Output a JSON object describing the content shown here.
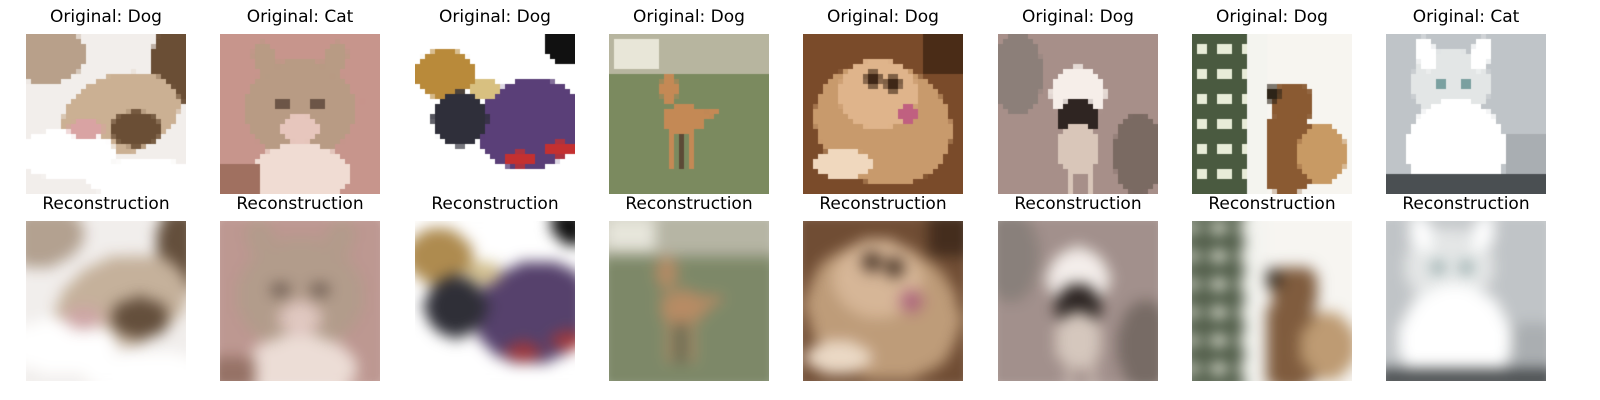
{
  "figure": {
    "original_titles": [
      "Original: Dog",
      "Original: Cat",
      "Original: Dog",
      "Original: Dog",
      "Original: Dog",
      "Original: Dog",
      "Original: Dog",
      "Original: Cat"
    ],
    "reconstruction_title": "Reconstruction",
    "columns": [
      {
        "label": "Dog",
        "scene": "puppy",
        "bg": "#b8a08a",
        "main": "#cbb093",
        "accent": "#f2eeeb",
        "dark": "#6a4e35",
        "light": "#ffffff"
      },
      {
        "label": "Cat",
        "scene": "cat-face",
        "bg": "#c7958c",
        "main": "#b89b84",
        "accent": "#e7c6bd",
        "dark": "#6c5547",
        "light": "#f0dcd3"
      },
      {
        "label": "Dog",
        "scene": "dog-in-coat",
        "bg": "#f0f0f0",
        "main": "#5a3f78",
        "accent": "#b98a3a",
        "dark": "#2f2f3a",
        "light": "#ffffff"
      },
      {
        "label": "Dog",
        "scene": "standing-dog",
        "bg": "#7b8a5f",
        "main": "#c48955",
        "accent": "#b7b59f",
        "dark": "#5c4a36",
        "light": "#e8e6d8"
      },
      {
        "label": "Dog",
        "scene": "fluffy-dog",
        "bg": "#7a4b2a",
        "main": "#c89a6c",
        "accent": "#dfb48b",
        "dark": "#3f2717",
        "light": "#f0d8be"
      },
      {
        "label": "Dog",
        "scene": "pug",
        "bg": "#a78f89",
        "main": "#d9c6b9",
        "accent": "#e9d8d4",
        "dark": "#2f2522",
        "light": "#f6eee9"
      },
      {
        "label": "Dog",
        "scene": "dogs-doorway",
        "bg": "#d8d2c9",
        "main": "#8a5a32",
        "accent": "#c89a64",
        "dark": "#2d2418",
        "light": "#f7f5f0"
      },
      {
        "label": "Cat",
        "scene": "white-cat",
        "bg": "#bfc4c8",
        "main": "#e3e6e6",
        "accent": "#a9aeb2",
        "dark": "#4a4f52",
        "light": "#ffffff"
      }
    ]
  }
}
